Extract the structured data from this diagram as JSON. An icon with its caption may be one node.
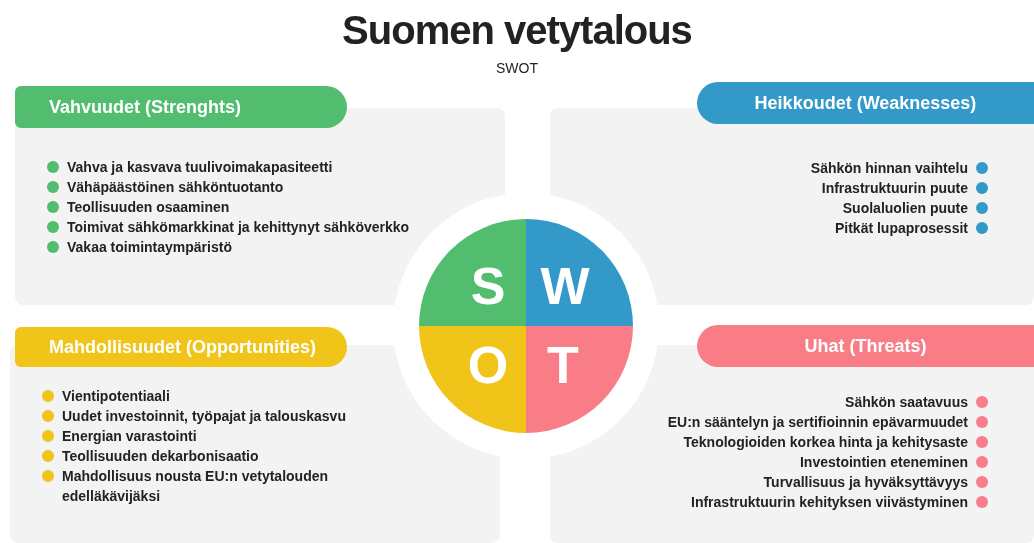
{
  "diagram": {
    "title": "Suomen vetytalous",
    "caption": "SWOT",
    "nodes": [
      {
        "text": [
          "Vahvuudet (Strenghts)",
          "Vahva ja kasvava tuulivoimakapasiteetti",
          "Vähäpäästöinen sähköntuotanto",
          "Teollisuuden osaaminen",
          "Toimivat sähkömarkkinat ja kehittynyt sähköverkko",
          "Vakaa toimintaympäristö"
        ]
      },
      {
        "text": [
          "Heikkoudet (Weaknesses)",
          "Sähkön hinnan vaihtelu",
          "Infrastruktuurin puute",
          "Suolaluolien puute",
          "Pitkät lupaprosessit"
        ]
      },
      {
        "text": [
          "Mahdollisuudet (Opportunities)",
          "Vientipotentiaali",
          "Uudet investoinnit, työpajat ja talouskasvu",
          "Energian varastointi",
          "Teollisuuden dekarbonisaatio",
          "Mahdollisuus nousta EU:n vetytalouden edelläkävijäksi"
        ]
      },
      {
        "text": [
          "Uhat (Threats)",
          "Sähkön saatavuus",
          "EU:n sääntelyn ja sertifioinnin epävarmuudet",
          "Teknologioiden korkea hinta ja kehitysaste",
          "Investointien eteneminen",
          "Turvallisuus ja hyväksyttävyys",
          "Infrastruktuurin kehityksen viivästyminen"
        ]
      },
      {
        "text": [
          "S"
        ]
      },
      {
        "text": [
          "W"
        ]
      },
      {
        "text": [
          "O"
        ]
      },
      {
        "text": [
          "T"
        ]
      }
    ],
    "edges": []
  }
}
